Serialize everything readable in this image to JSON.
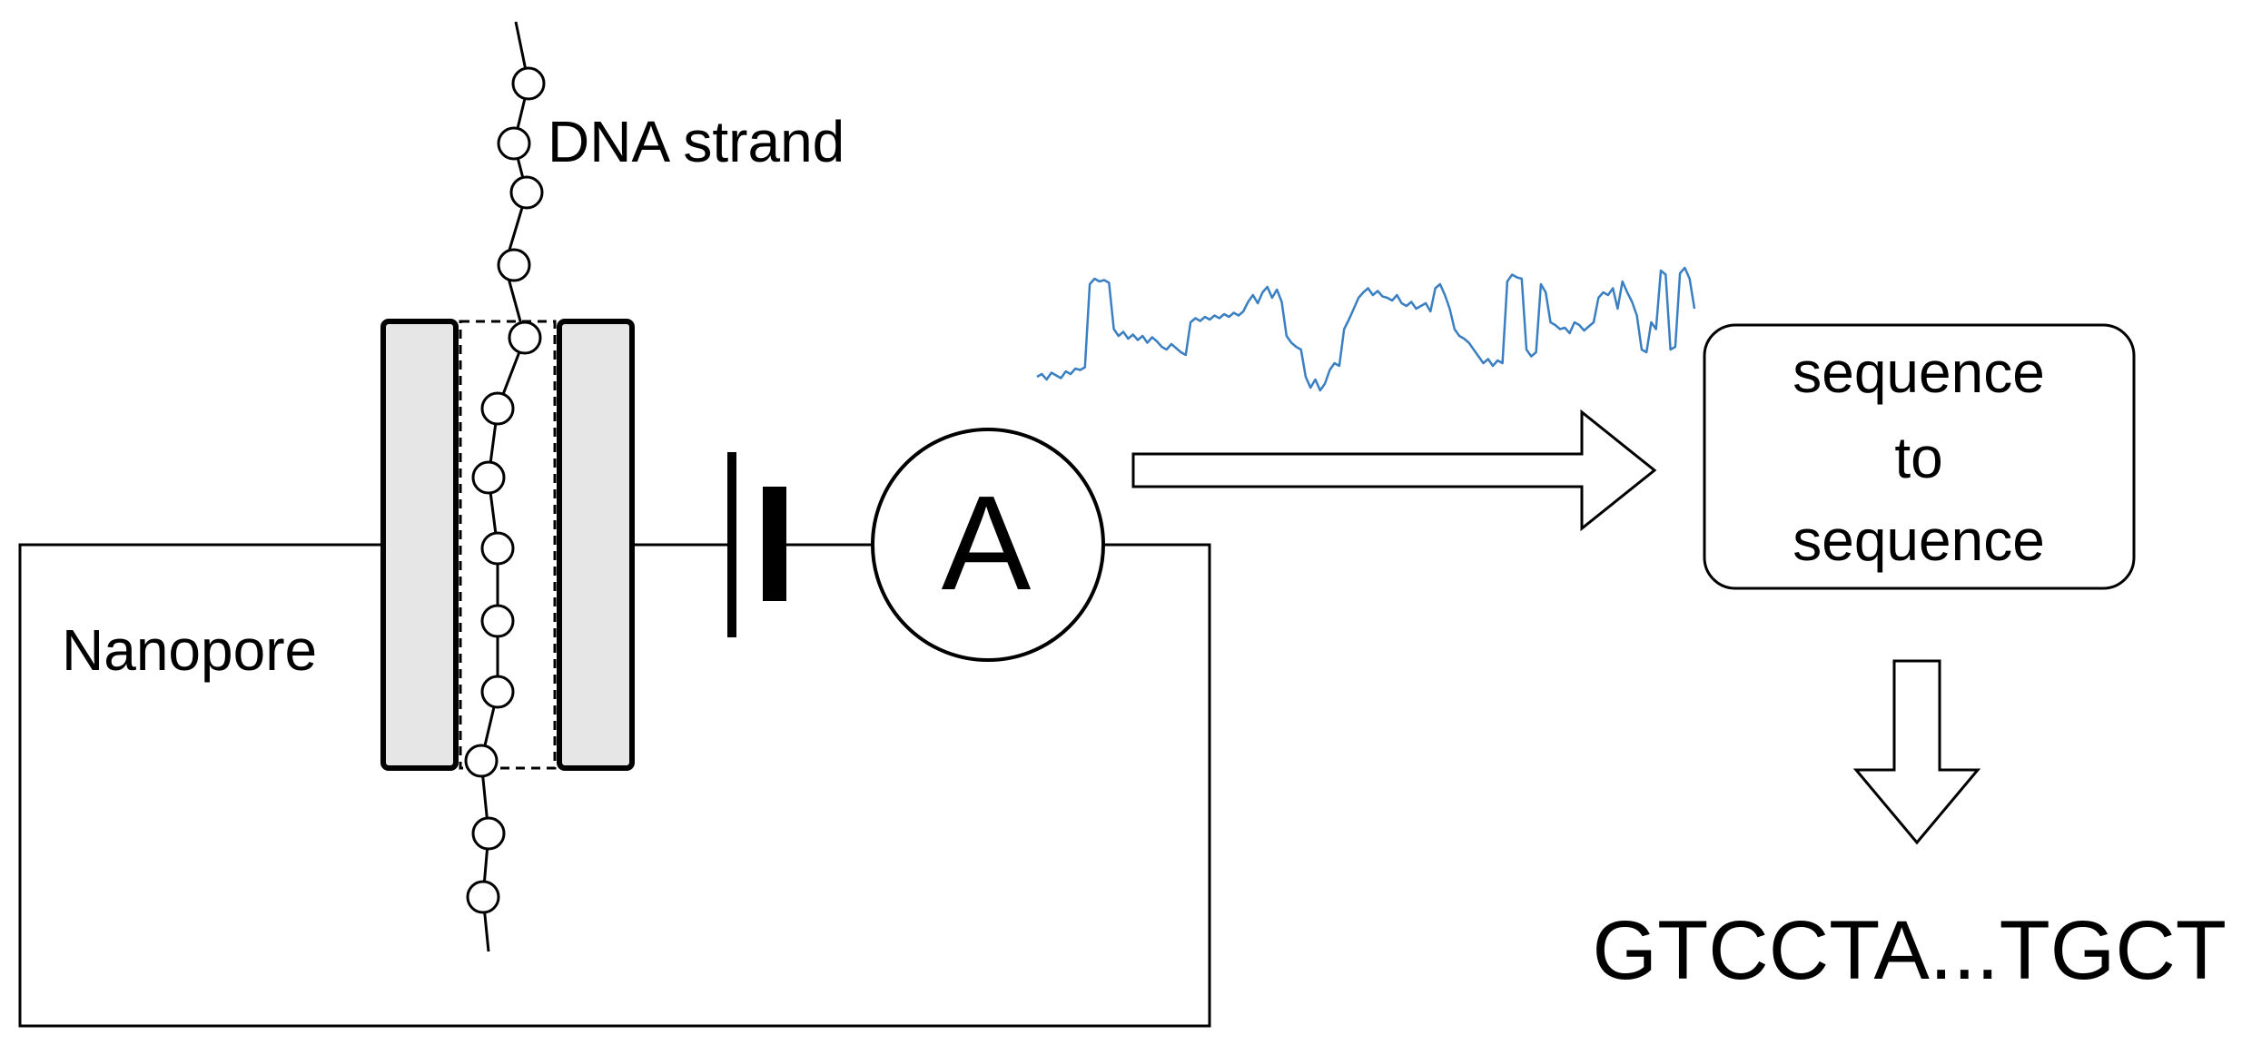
{
  "labels": {
    "dna_strand": "DNA strand",
    "nanopore": "Nanopore",
    "ammeter": "A",
    "model_line1": "sequence",
    "model_line2": "to",
    "model_line3": "sequence",
    "output": "GTCCTA...TGCT"
  },
  "colors": {
    "signal": "#3a7fc1",
    "membrane_fill": "#e6e6e6",
    "stroke": "#000000"
  },
  "signal_trace": [
    0.2,
    0.22,
    0.18,
    0.23,
    0.21,
    0.19,
    0.24,
    0.22,
    0.26,
    0.25,
    0.27,
    0.88,
    0.92,
    0.9,
    0.91,
    0.89,
    0.55,
    0.5,
    0.53,
    0.48,
    0.51,
    0.47,
    0.5,
    0.45,
    0.49,
    0.46,
    0.42,
    0.4,
    0.44,
    0.41,
    0.38,
    0.36,
    0.6,
    0.63,
    0.61,
    0.64,
    0.62,
    0.65,
    0.63,
    0.66,
    0.64,
    0.67,
    0.65,
    0.68,
    0.75,
    0.8,
    0.74,
    0.82,
    0.86,
    0.78,
    0.84,
    0.75,
    0.5,
    0.45,
    0.42,
    0.4,
    0.2,
    0.12,
    0.18,
    0.1,
    0.15,
    0.25,
    0.3,
    0.28,
    0.55,
    0.62,
    0.7,
    0.78,
    0.82,
    0.85,
    0.8,
    0.83,
    0.79,
    0.78,
    0.76,
    0.8,
    0.74,
    0.72,
    0.75,
    0.7,
    0.72,
    0.74,
    0.68,
    0.85,
    0.88,
    0.8,
    0.7,
    0.55,
    0.5,
    0.48,
    0.45,
    0.4,
    0.35,
    0.3,
    0.33,
    0.28,
    0.32,
    0.3,
    0.9,
    0.95,
    0.93,
    0.92,
    0.4,
    0.35,
    0.38,
    0.88,
    0.82,
    0.6,
    0.58,
    0.55,
    0.56,
    0.52,
    0.6,
    0.58,
    0.54,
    0.57,
    0.6,
    0.78,
    0.82,
    0.8,
    0.85,
    0.7,
    0.9,
    0.82,
    0.75,
    0.65,
    0.4,
    0.38,
    0.6,
    0.55,
    0.98,
    0.95,
    0.4,
    0.42,
    0.96,
    1.0,
    0.92,
    0.7
  ]
}
